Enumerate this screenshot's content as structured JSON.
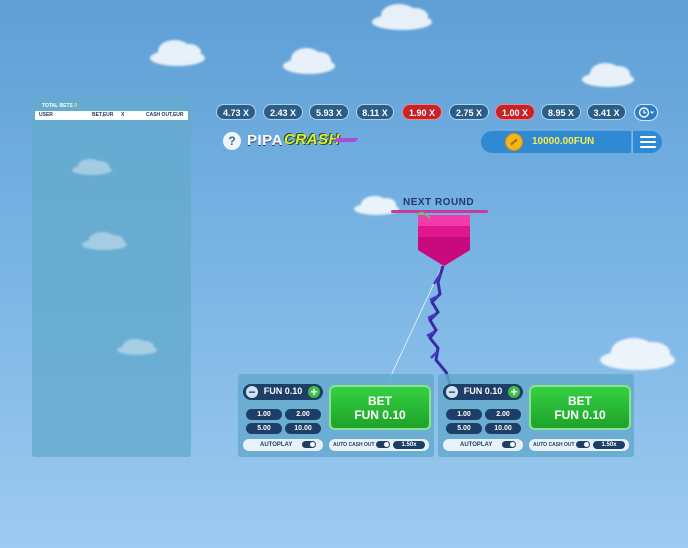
{
  "bets_panel": {
    "total_bets_label": "TOTAL BETS",
    "total_bets_value": "0",
    "columns": [
      "USER",
      "BET,EUR",
      "X",
      "CASH OUT,EUR"
    ]
  },
  "multipliers": [
    {
      "label": "4.73 X",
      "color": "blue"
    },
    {
      "label": "2.43 X",
      "color": "blue"
    },
    {
      "label": "5.93 X",
      "color": "blue"
    },
    {
      "label": "8.11 X",
      "color": "blue"
    },
    {
      "label": "1.90 X",
      "color": "red"
    },
    {
      "label": "2.75 X",
      "color": "blue"
    },
    {
      "label": "1.00 X",
      "color": "red"
    },
    {
      "label": "8.95 X",
      "color": "blue"
    },
    {
      "label": "3.41 X",
      "color": "blue"
    }
  ],
  "header": {
    "help_icon": "?",
    "logo_part1": "PIPA",
    "logo_part2": "CRASH",
    "balance": "10000.00FUN",
    "history_icon": "history-clock-icon",
    "menu_icon": "hamburger-menu-icon"
  },
  "game": {
    "status": "NEXT ROUND"
  },
  "bet_panels": [
    {
      "amount": "FUN 0.10",
      "chips": [
        "1.00",
        "2.00",
        "5.00",
        "10.00"
      ],
      "bet_line1": "BET",
      "bet_line2": "FUN 0.10",
      "autoplay_label": "AUTOPLAY",
      "auto_cashout_label": "AUTO CASH OUT",
      "auto_cashout_value": "1.50x"
    },
    {
      "amount": "FUN 0.10",
      "chips": [
        "1.00",
        "2.00",
        "5.00",
        "10.00"
      ],
      "bet_line1": "BET",
      "bet_line2": "FUN 0.10",
      "autoplay_label": "AUTOPLAY",
      "auto_cashout_label": "AUTO CASH OUT",
      "auto_cashout_value": "1.50x"
    }
  ],
  "colors": {
    "accent_green": "#2bbd3a",
    "multiplier_blue": "#2b5d86",
    "multiplier_red": "#c62228",
    "kite_pink": "#e0168f",
    "balance_yellow": "#ffe94a"
  }
}
